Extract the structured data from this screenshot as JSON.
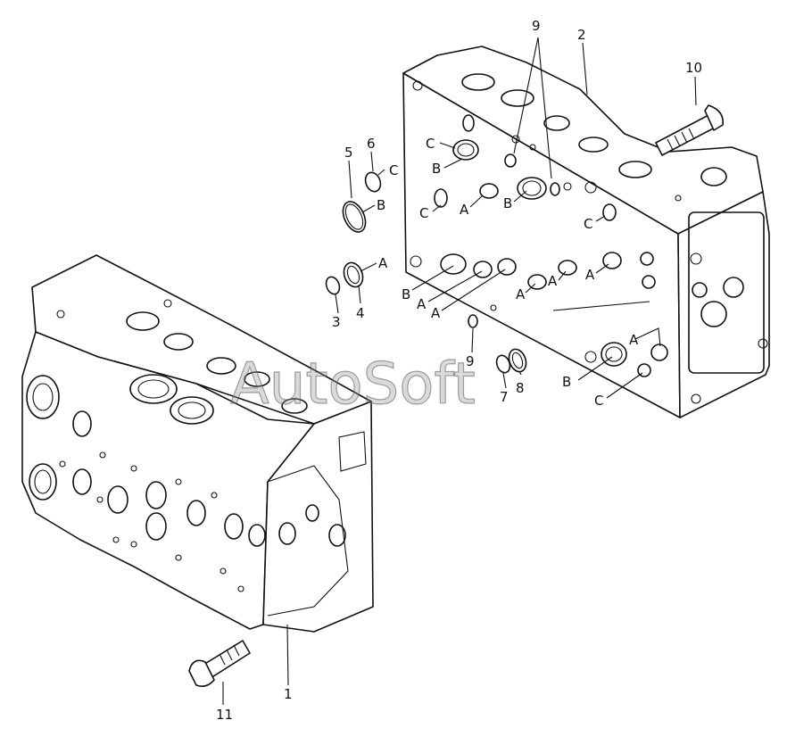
{
  "watermark": "AutoSoft",
  "callouts": {
    "n1": "1",
    "n2": "2",
    "n3": "3",
    "n4": "4",
    "n5": "5",
    "n6": "6",
    "n7": "7",
    "n8": "8",
    "n9a": "9",
    "n9b": "9",
    "n10": "10",
    "n11": "11"
  },
  "port_labels": {
    "A": "A",
    "B": "B",
    "C": "C"
  }
}
